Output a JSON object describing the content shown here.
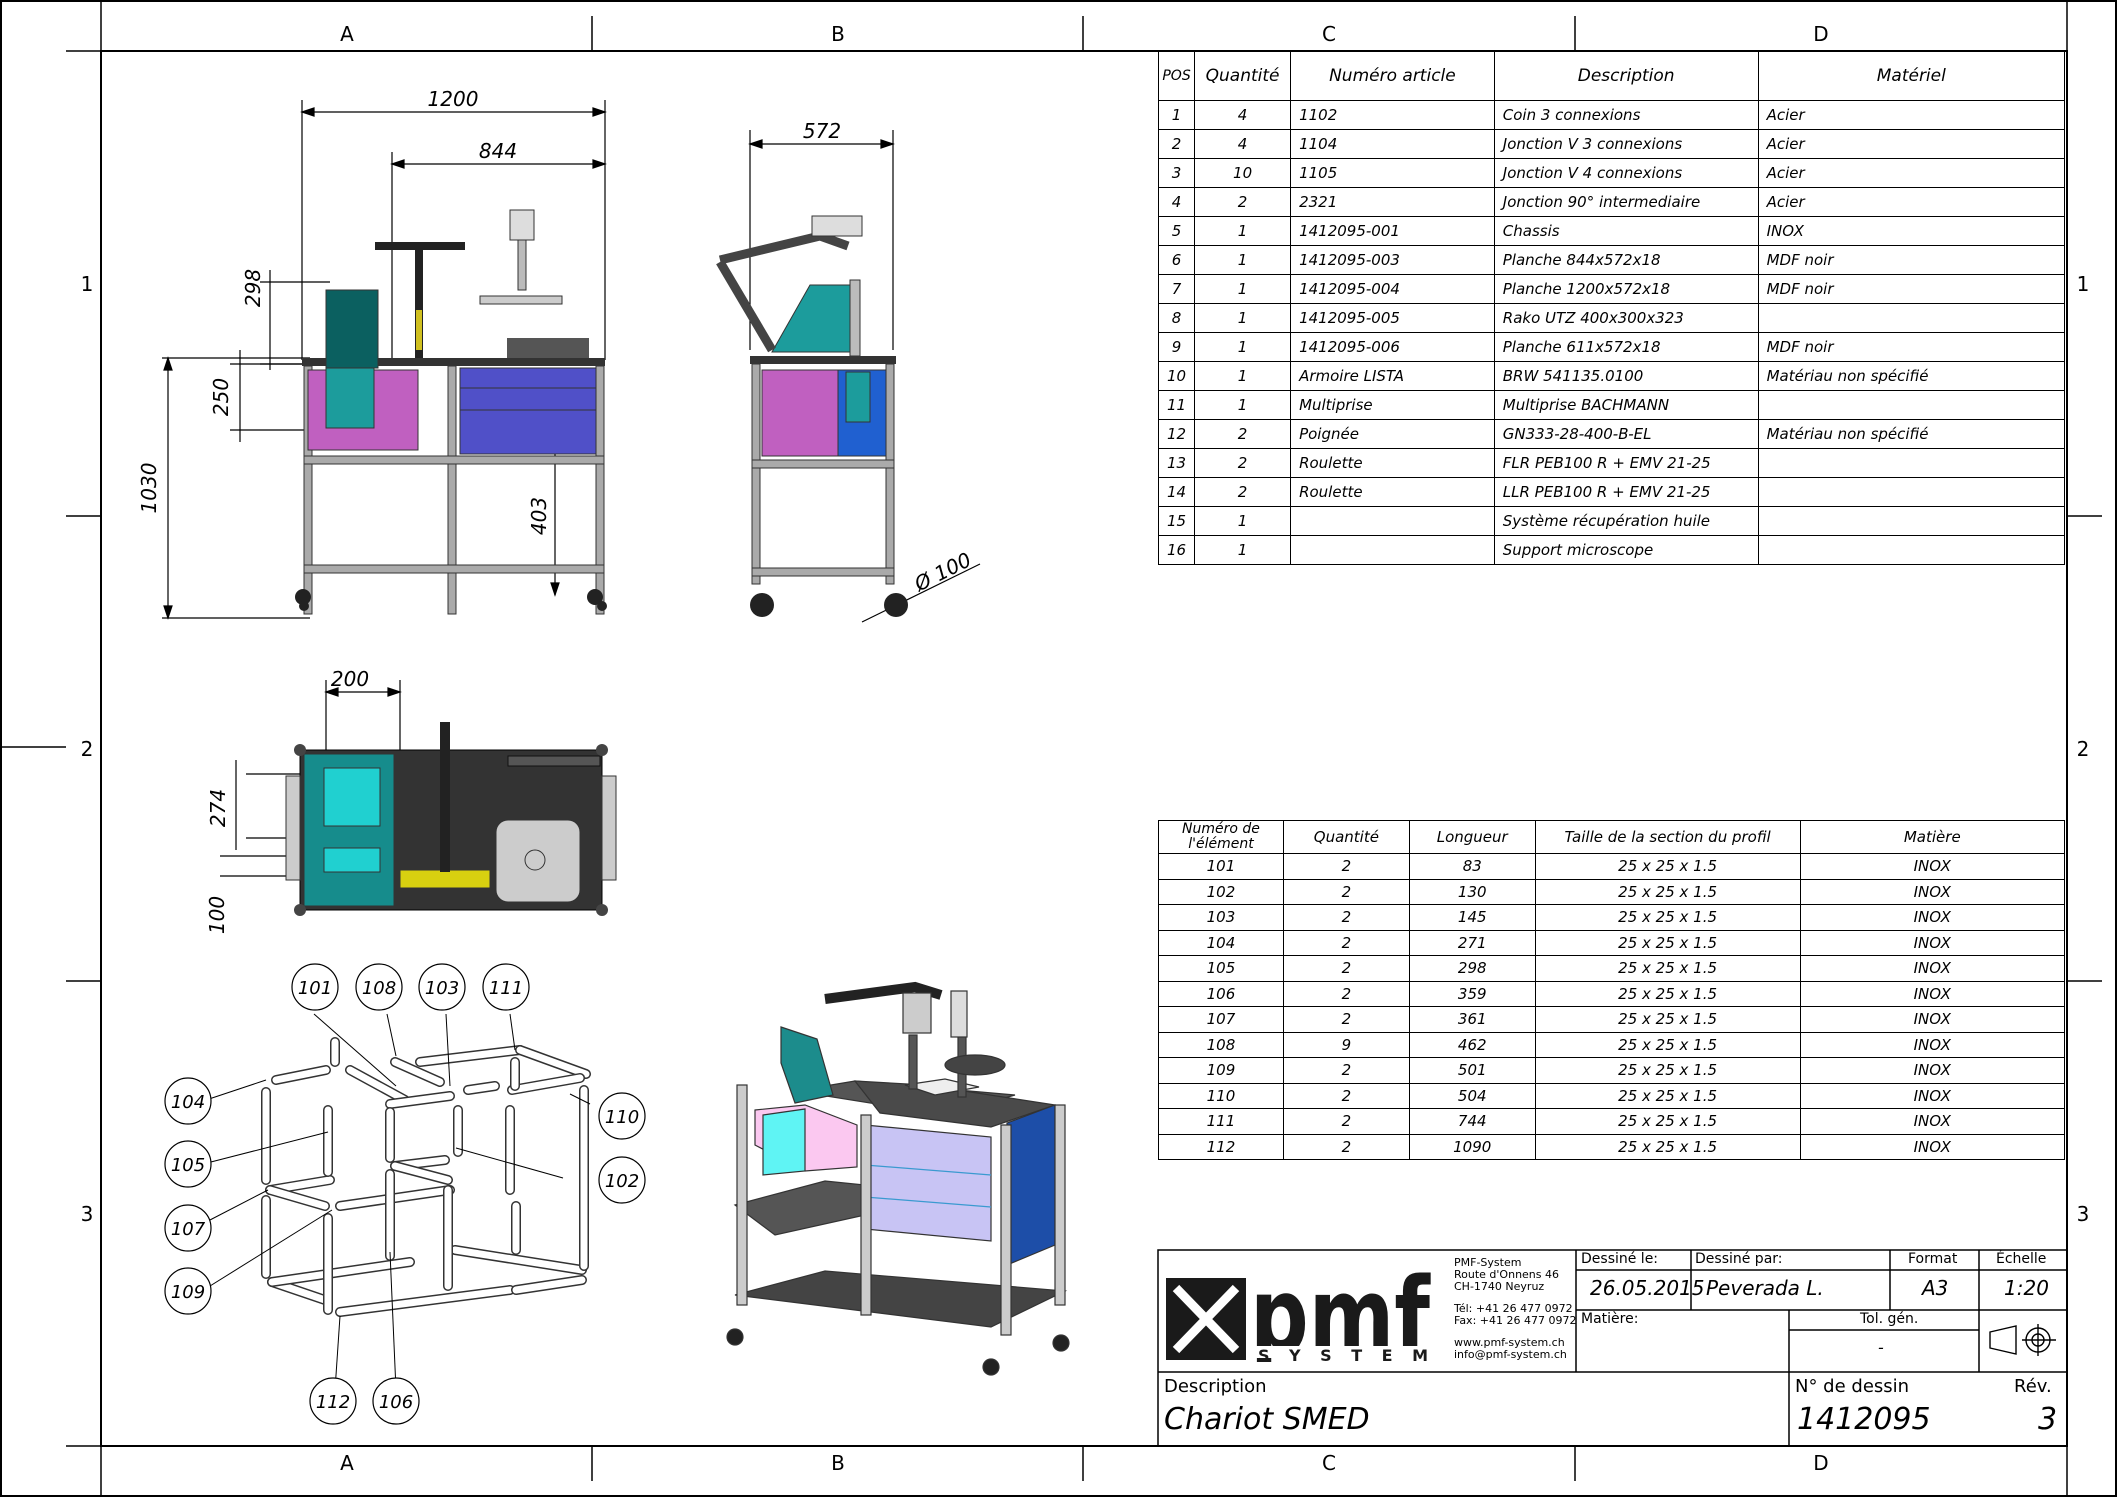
{
  "zones": {
    "cols": [
      "A",
      "B",
      "C",
      "D"
    ],
    "rows": [
      "1",
      "2",
      "3"
    ]
  },
  "dimensions": {
    "front_width": "1200",
    "front_inner": "844",
    "front_height": "1030",
    "front_h298": "298",
    "front_h250": "250",
    "front_h403": "403",
    "side_width": "572",
    "wheel_dia": "Ø 100",
    "top_w200": "200",
    "top_h274": "274",
    "top_h100": "100"
  },
  "callouts": [
    "101",
    "108",
    "103",
    "111",
    "104",
    "110",
    "105",
    "102",
    "107",
    "109",
    "112",
    "106"
  ],
  "bom": {
    "headers": [
      "POS",
      "Quantité",
      "Numéro article",
      "Description",
      "Matériel"
    ],
    "rows": [
      [
        "1",
        "4",
        "1102",
        "Coin 3 connexions",
        "Acier"
      ],
      [
        "2",
        "4",
        "1104",
        "Jonction V 3 connexions",
        "Acier"
      ],
      [
        "3",
        "10",
        "1105",
        "Jonction V 4 connexions",
        "Acier"
      ],
      [
        "4",
        "2",
        "2321",
        "Jonction 90° intermediaire",
        "Acier"
      ],
      [
        "5",
        "1",
        "1412095-001",
        "Chassis",
        "INOX"
      ],
      [
        "6",
        "1",
        "1412095-003",
        "Planche 844x572x18",
        "MDF noir"
      ],
      [
        "7",
        "1",
        "1412095-004",
        "Planche 1200x572x18",
        "MDF noir"
      ],
      [
        "8",
        "1",
        "1412095-005",
        "Rako UTZ 400x300x323",
        ""
      ],
      [
        "9",
        "1",
        "1412095-006",
        "Planche 611x572x18",
        "MDF noir"
      ],
      [
        "10",
        "1",
        "Armoire LISTA",
        "BRW 541135.0100",
        "Matériau non spécifié"
      ],
      [
        "11",
        "1",
        "Multiprise",
        "Multiprise BACHMANN",
        ""
      ],
      [
        "12",
        "2",
        "Poignée",
        "GN333-28-400-B-EL",
        "Matériau non spécifié"
      ],
      [
        "13",
        "2",
        "Roulette",
        "FLR PEB100 R + EMV 21-25",
        ""
      ],
      [
        "14",
        "2",
        "Roulette",
        "LLR PEB100 R + EMV 21-25",
        ""
      ],
      [
        "15",
        "1",
        "",
        "Système récupération huile",
        ""
      ],
      [
        "16",
        "1",
        "",
        "Support microscope",
        ""
      ]
    ]
  },
  "profiles": {
    "headers": [
      "Numéro de l'élément",
      "Quantité",
      "Longueur",
      "Taille  de la section du profil",
      "Matière"
    ],
    "rows": [
      [
        "101",
        "2",
        "83",
        "25 x 25 x 1.5",
        "INOX"
      ],
      [
        "102",
        "2",
        "130",
        "25 x 25 x 1.5",
        "INOX"
      ],
      [
        "103",
        "2",
        "145",
        "25 x 25 x 1.5",
        "INOX"
      ],
      [
        "104",
        "2",
        "271",
        "25 x 25 x 1.5",
        "INOX"
      ],
      [
        "105",
        "2",
        "298",
        "25 x 25 x 1.5",
        "INOX"
      ],
      [
        "106",
        "2",
        "359",
        "25 x 25 x 1.5",
        "INOX"
      ],
      [
        "107",
        "2",
        "361",
        "25 x 25 x 1.5",
        "INOX"
      ],
      [
        "108",
        "9",
        "462",
        "25 x 25 x 1.5",
        "INOX"
      ],
      [
        "109",
        "2",
        "501",
        "25 x 25 x 1.5",
        "INOX"
      ],
      [
        "110",
        "2",
        "504",
        "25 x 25 x 1.5",
        "INOX"
      ],
      [
        "111",
        "2",
        "744",
        "25 x 25 x 1.5",
        "INOX"
      ],
      [
        "112",
        "2",
        "1090",
        "25 x 25 x 1.5",
        "INOX"
      ]
    ]
  },
  "title_block": {
    "logo_text": "pmf",
    "logo_sub": "SYSTEM",
    "address": "PMF-System\nRoute d'Onnens 46\nCH-1740 Neyruz",
    "phone": "Tél: +41 26 477 0972\nFax: +41 26 477 0972",
    "web": "www.pmf-system.ch\ninfo@pmf-system.ch",
    "drawn_on_label": "Dessiné le:",
    "drawn_on": "26.05.2015",
    "drawn_by_label": "Dessiné par:",
    "drawn_by": "Peverada L.",
    "format_label": "Format",
    "format": "A3",
    "scale_label": "Échelle",
    "scale": "1:20",
    "material_label": "Matière:",
    "tol_label": "Tol. gén.",
    "tol": "-",
    "desc_label": "Description",
    "description": "Chariot SMED",
    "drawing_no_label": "N° de dessin",
    "drawing_no": "1412095",
    "rev_label": "Rév.",
    "rev": "3"
  }
}
